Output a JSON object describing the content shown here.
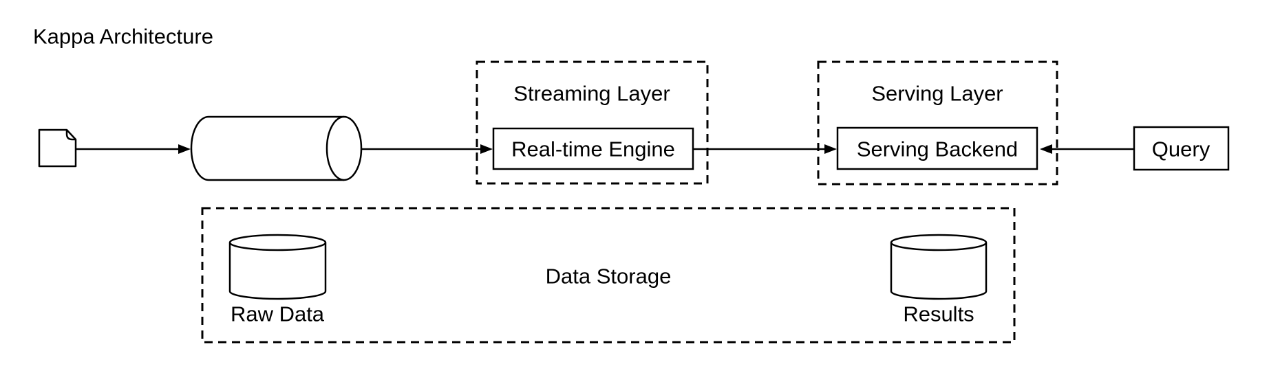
{
  "title": "Kappa Architecture",
  "nodes": {
    "streaming_layer": {
      "label": "Streaming Layer"
    },
    "realtime_engine": {
      "label": "Real-time Engine"
    },
    "serving_layer": {
      "label": "Serving Layer"
    },
    "serving_backend": {
      "label": "Serving Backend"
    },
    "query": {
      "label": "Query"
    },
    "data_storage": {
      "label": "Data Storage"
    },
    "raw_data": {
      "label": "Raw Data"
    },
    "results": {
      "label": "Results"
    }
  },
  "icons": {
    "source": "document-icon",
    "event_stream": "horizontal-cylinder-queue-icon",
    "raw_data_store": "database-cylinder-icon",
    "results_store": "database-cylinder-icon"
  },
  "colors": {
    "stroke": "#000000",
    "background": "#ffffff"
  }
}
